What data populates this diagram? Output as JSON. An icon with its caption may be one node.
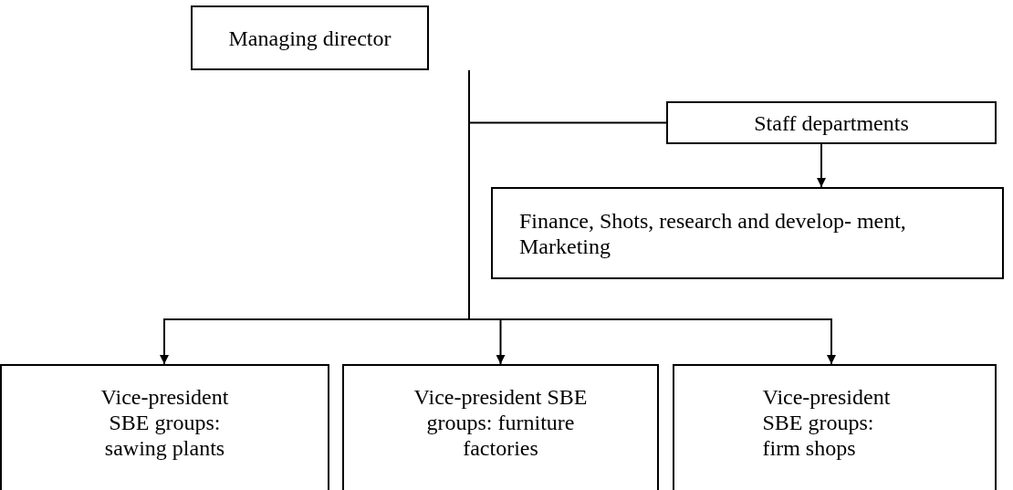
{
  "diagram": {
    "nodes": [
      {
        "text": [
          "Managing director"
        ]
      },
      {
        "text": [
          "Staff departments"
        ]
      },
      {
        "text": [
          "Finance, Shots, research and develop- ment, Marketing"
        ]
      },
      {
        "text": [
          "Vice-president SBE groups: sawing plants"
        ]
      },
      {
        "text": [
          "Vice-president SBE groups: furniture factories"
        ]
      },
      {
        "text": [
          "Vice-president SBE groups: firm shops"
        ]
      }
    ],
    "edges": [
      {
        "from": 0,
        "to": 1,
        "arrow": "none"
      },
      {
        "from": 1,
        "to": 2,
        "arrow": "to"
      },
      {
        "from": 0,
        "to": 3,
        "arrow": "to"
      },
      {
        "from": 0,
        "to": 4,
        "arrow": "to"
      },
      {
        "from": 0,
        "to": 5,
        "arrow": "to"
      }
    ]
  }
}
